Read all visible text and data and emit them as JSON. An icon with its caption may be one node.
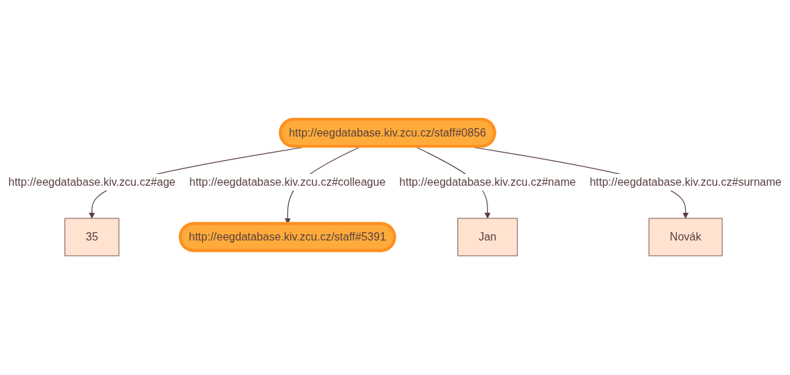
{
  "diagram": {
    "nodes": [
      {
        "text": [
          "35"
        ]
      },
      {
        "text": [
          "http://eegdatabase.kiv.zcu.cz/staff#5391"
        ]
      },
      {
        "text": [
          "http://eegdatabase.kiv.zcu.cz/staff#0856"
        ]
      },
      {
        "text": [
          "Jan"
        ]
      },
      {
        "text": [
          "Novák"
        ]
      }
    ],
    "edges": [
      {
        "from": 2,
        "to": 0,
        "arrow": "to",
        "label": "http://eegdatabase.kiv.zcu.cz#age"
      },
      {
        "from": 2,
        "to": 1,
        "arrow": "to",
        "label": "http://eegdatabase.kiv.zcu.cz#colleague"
      },
      {
        "from": 2,
        "to": 3,
        "arrow": "to",
        "label": "http://eegdatabase.kiv.zcu.cz#name"
      },
      {
        "from": 2,
        "to": 4,
        "arrow": "to",
        "label": "http://eegdatabase.kiv.zcu.cz#surname"
      }
    ]
  }
}
